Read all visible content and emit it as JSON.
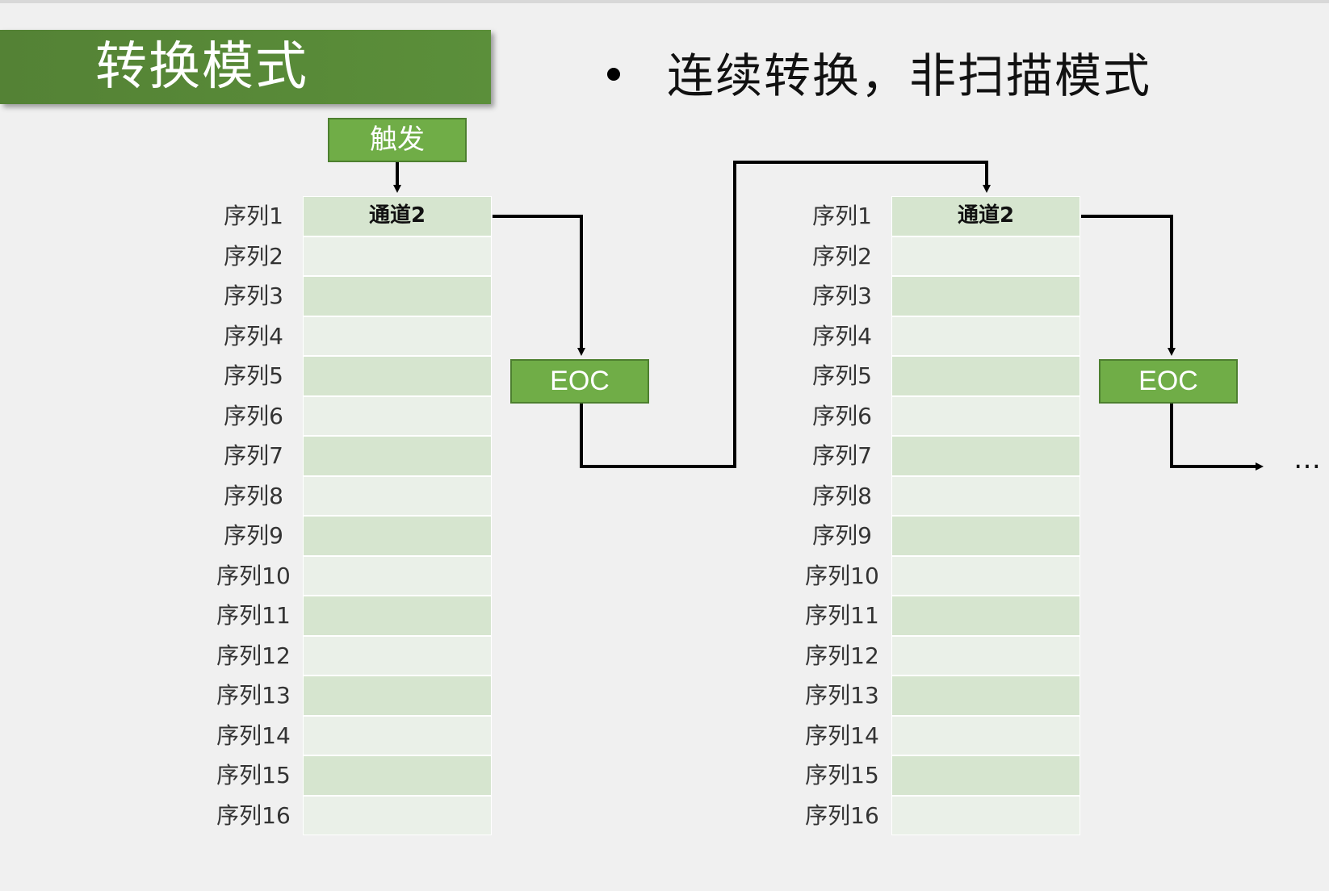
{
  "title": "转换模式",
  "bullet": "连续转换，非扫描模式",
  "trigger_label": "触发",
  "eoc_label": "EOC",
  "ellipsis": "…",
  "first_channel": "通道2",
  "sequence_labels": [
    "序列1",
    "序列2",
    "序列3",
    "序列4",
    "序列5",
    "序列6",
    "序列7",
    "序列8",
    "序列9",
    "序列10",
    "序列11",
    "序列12",
    "序列13",
    "序列14",
    "序列15",
    "序列16"
  ],
  "colors": {
    "title_bg": "#548235",
    "box_green": "#70ad47",
    "row_dark": "#d6e5cf",
    "row_light": "#eaf0e8"
  }
}
